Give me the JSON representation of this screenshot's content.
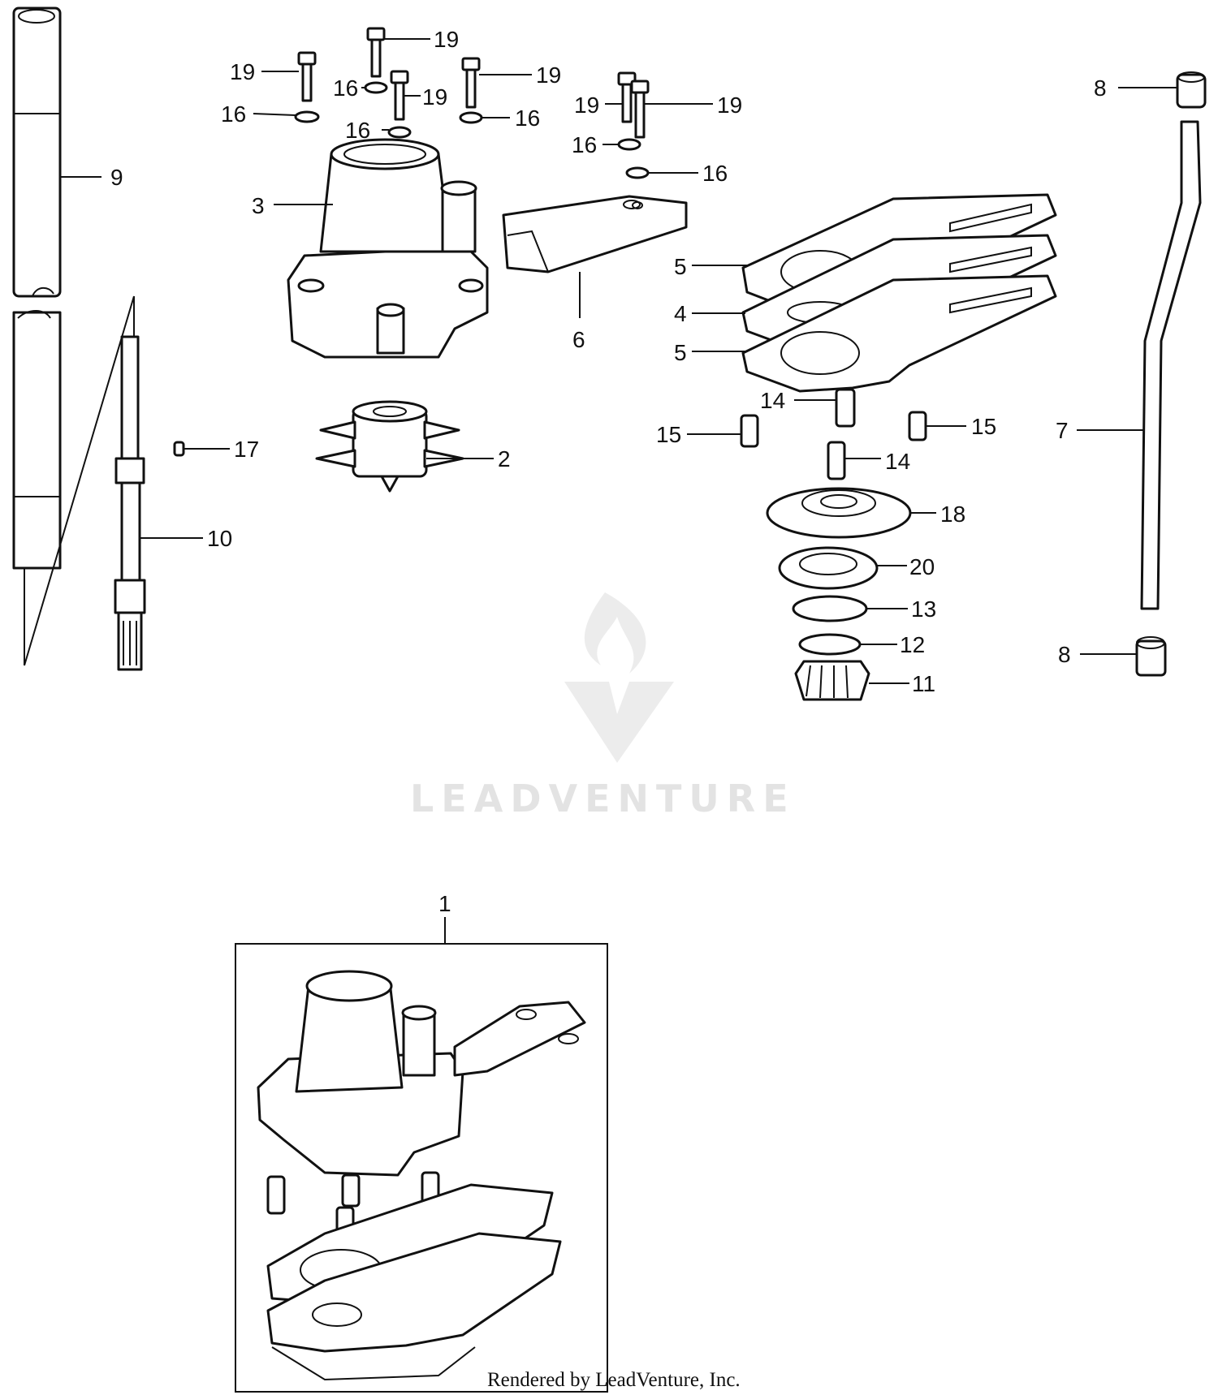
{
  "watermark": {
    "text": "LEADVENTURE"
  },
  "footer": {
    "text": "Rendered by LeadVenture, Inc."
  },
  "callouts": [
    {
      "id": "c19a",
      "num": "19"
    },
    {
      "id": "c19b",
      "num": "19"
    },
    {
      "id": "c19c",
      "num": "19"
    },
    {
      "id": "c19d",
      "num": "19"
    },
    {
      "id": "c19e",
      "num": "19"
    },
    {
      "id": "c19f",
      "num": "19"
    },
    {
      "id": "c16a",
      "num": "16"
    },
    {
      "id": "c16b",
      "num": "16"
    },
    {
      "id": "c16c",
      "num": "16"
    },
    {
      "id": "c16d",
      "num": "16"
    },
    {
      "id": "c16e",
      "num": "16"
    },
    {
      "id": "c16f",
      "num": "16"
    },
    {
      "id": "c8a",
      "num": "8"
    },
    {
      "id": "c8b",
      "num": "8"
    },
    {
      "id": "c9",
      "num": "9"
    },
    {
      "id": "c3",
      "num": "3"
    },
    {
      "id": "c6",
      "num": "6"
    },
    {
      "id": "c5a",
      "num": "5"
    },
    {
      "id": "c4",
      "num": "4"
    },
    {
      "id": "c5b",
      "num": "5"
    },
    {
      "id": "c14a",
      "num": "14"
    },
    {
      "id": "c15a",
      "num": "15"
    },
    {
      "id": "c15b",
      "num": "15"
    },
    {
      "id": "c14b",
      "num": "14"
    },
    {
      "id": "c7",
      "num": "7"
    },
    {
      "id": "c17",
      "num": "17"
    },
    {
      "id": "c2",
      "num": "2"
    },
    {
      "id": "c18",
      "num": "18"
    },
    {
      "id": "c20",
      "num": "20"
    },
    {
      "id": "c10",
      "num": "10"
    },
    {
      "id": "c13",
      "num": "13"
    },
    {
      "id": "c12",
      "num": "12"
    },
    {
      "id": "c11",
      "num": "11"
    },
    {
      "id": "c1",
      "num": "1"
    }
  ]
}
